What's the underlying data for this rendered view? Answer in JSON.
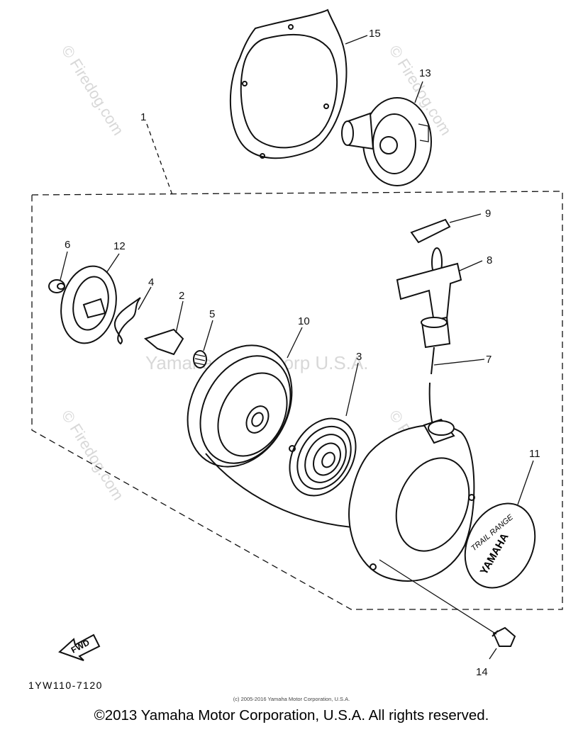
{
  "diagram": {
    "part_numbers": [
      "1",
      "2",
      "3",
      "4",
      "5",
      "6",
      "7",
      "8",
      "9",
      "10",
      "11",
      "12",
      "13",
      "14",
      "15"
    ],
    "drawing_code": "1YW110-7120",
    "fwd_label": "FWD",
    "badge_text_top": "TRAIL RANGE",
    "badge_text_brand": "YAMAHA",
    "small_credit": "(c) 2005-2016 Yamaha Motor Corporation, U.S.A.",
    "watermark_center": "Yamaha Motor Corp U.S.A.",
    "watermark_site": "© Firedog.com"
  },
  "footer": {
    "copyright": "©2013 Yamaha Motor Corporation, U.S.A. All rights reserved."
  }
}
